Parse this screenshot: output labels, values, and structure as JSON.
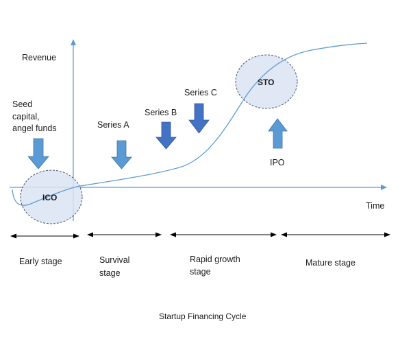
{
  "axes": {
    "y_label": "Revenue",
    "x_label": "Time"
  },
  "circles": {
    "left_label": "ICO",
    "right_label": "STO"
  },
  "funding": {
    "seed_line1": "Seed",
    "seed_line2": "capital,",
    "seed_line3": "angel funds",
    "series_a": "Series A",
    "series_b": "Series B",
    "series_c": "Series C",
    "ipo": "IPO"
  },
  "stages": {
    "early": "Early stage",
    "survival_line1": "Survival",
    "survival_line2": "stage",
    "rapid_line1": "Rapid growth",
    "rapid_line2": "stage",
    "mature": "Mature stage"
  },
  "caption": "Startup Financing Cycle",
  "colors": {
    "axis": "#5b9bd5",
    "curve": "#5b9bd5",
    "circle_fill": "#dae3f3",
    "circle_stroke": "#44546a",
    "arrow_light": "#5b9bd5",
    "arrow_dark": "#4472c4",
    "stage_arrow": "#000000"
  },
  "icons": {
    "down_arrow": "down-arrow-icon",
    "up_arrow": "up-arrow-icon",
    "double_arrow": "double-headed-arrow-icon"
  }
}
